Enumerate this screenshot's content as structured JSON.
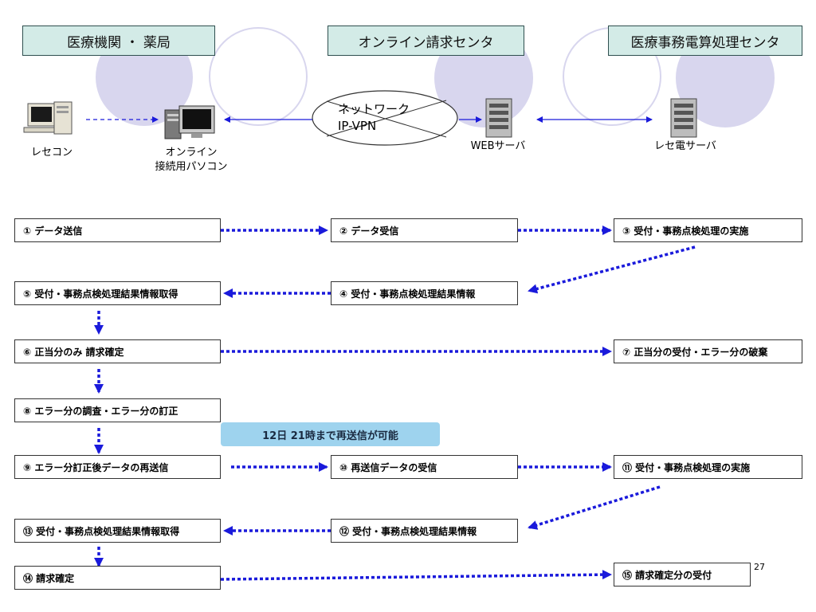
{
  "headers": {
    "medical": "医療機関 ・ 薬局",
    "online": "オンライン請求センタ",
    "processing": "医療事務電算処理センタ"
  },
  "devices": {
    "rececon": "レセコン",
    "online_pc_line1": "オンライン",
    "online_pc_line2": "接続用パソコン",
    "network_line1": "ネットワーク",
    "network_line2": "IP-VPN",
    "web_server": "WEBサーバ",
    "rece_server": "レセ電サーバ"
  },
  "steps": {
    "s1": "① データ送信",
    "s2": "② データ受信",
    "s3": "③ 受付・事務点検処理の実施",
    "s4": "④ 受付・事務点検処理結果情報",
    "s5": "⑤ 受付・事務点検処理結果情報取得",
    "s6": "⑥ 正当分のみ 請求確定",
    "s7": "⑦ 正当分の受付・エラー分の破棄",
    "s8": "⑧ エラー分の調査・エラー分の訂正",
    "s9": "⑨ エラー分訂正後データの再送信",
    "s10": "⑩ 再送信データの受信",
    "s11": "⑪ 受付・事務点検処理の実施",
    "s12": "⑫ 受付・事務点検処理結果情報",
    "s13": "⑬ 受付・事務点検処理結果情報取得",
    "s14": "⑭ 請求確定",
    "s15": "⑮ 請求確定分の受付"
  },
  "note": "12日 21時まで再送信が可能",
  "page_number": "27",
  "colors": {
    "header_fill": "#d3ebe7",
    "circle_fill": "#d8d6ee",
    "arrow_blue": "#1a1adb",
    "note_fill": "#9ed3ee"
  }
}
